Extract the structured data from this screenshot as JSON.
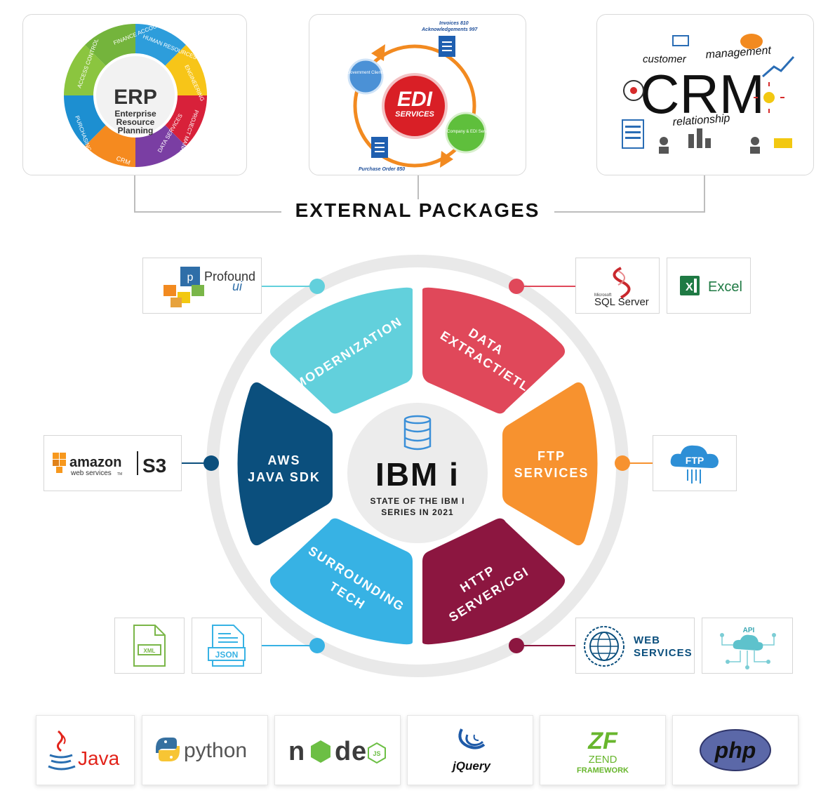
{
  "external_packages": {
    "title": "EXTERNAL PACKAGES",
    "erp": {
      "title": "ERP",
      "subtitle_lines": [
        "Enterprise",
        "Resource",
        "Planning"
      ],
      "segments": [
        "FINANCE ACCOUNTING",
        "HUMAN RESOURCES",
        "ENGINEERING",
        "PROJECT MANAGEMENT",
        "DATA SERVICES",
        "CRM",
        "PURCHASING",
        "ACCESS CONTROL"
      ],
      "percent_symbol": "%"
    },
    "edi": {
      "title": "EDI",
      "subtitle": "SERVICES",
      "invoices": "Invoices 810",
      "acks": "Acknowledgements 997",
      "gov": "Government Clients",
      "company": "Your Company & EDI Services",
      "po": "Purchase Order 850"
    },
    "crm": {
      "title": "CRM",
      "customer": "customer",
      "management": "management",
      "relationship": "relationship"
    }
  },
  "hub": {
    "title": "IBM i",
    "subtitle_lines": [
      "STATE OF THE IBM I",
      "SERIES IN 2021"
    ],
    "segments": [
      {
        "label": "MODERNIZATION",
        "color": "#62d0dc"
      },
      {
        "label": "DATA EXTRACT/ETL",
        "color": "#e0485a"
      },
      {
        "label": "FTP SERVICES",
        "color": "#f7922f"
      },
      {
        "label": "HTTP SERVER/CGI",
        "color": "#8c1640"
      },
      {
        "label": "SURROUNDING TECH",
        "color": "#37b2e4"
      },
      {
        "label": "AWS JAVA SDK",
        "color": "#0b4f7d"
      }
    ],
    "lines": {
      "modernization": [
        "MODERNIZATION"
      ],
      "etl": [
        "DATA",
        "EXTRACT/ETL"
      ],
      "ftp": [
        "FTP",
        "SERVICES"
      ],
      "http": [
        "HTTP",
        "SERVER/CGI"
      ],
      "tech": [
        "SURROUNDING",
        "TECH"
      ],
      "aws": [
        "AWS",
        "JAVA SDK"
      ]
    }
  },
  "logos": {
    "profound": {
      "name": "Profound",
      "suffix": "ui"
    },
    "sqlserver": {
      "small": "Microsoft",
      "name": "SQL Server"
    },
    "excel": {
      "name": "Excel"
    },
    "amazon": {
      "name": "amazon",
      "sub": "web services",
      "tm": "TM",
      "s3": "S3"
    },
    "ftp": {
      "name": "FTP"
    },
    "xml": {
      "name": "XML"
    },
    "json": {
      "name": "JSON"
    },
    "webservices": {
      "lines": [
        "WEB",
        "SERVICES"
      ]
    },
    "api": {
      "name": "API"
    }
  },
  "tech_bar": {
    "java": "Java",
    "python": "python",
    "node_letters": [
      "n",
      "d",
      "e"
    ],
    "node_badge": "JS",
    "jquery": "jQuery",
    "zend_lines": [
      "ZEND",
      "FRAMEWORK"
    ],
    "zend_mark": "ZF",
    "php": "php"
  },
  "colors": {
    "modernization": "#62d0dc",
    "etl": "#e0485a",
    "ftp": "#f7922f",
    "http": "#8c1640",
    "tech": "#37b2e4",
    "aws": "#0b4f7d",
    "excel": "#1f7a44",
    "amazon_orange": "#f7981d",
    "php": "#5b68a8",
    "zend": "#68b62d",
    "node": "#3c3c3c",
    "node_green": "#6cbf44"
  }
}
